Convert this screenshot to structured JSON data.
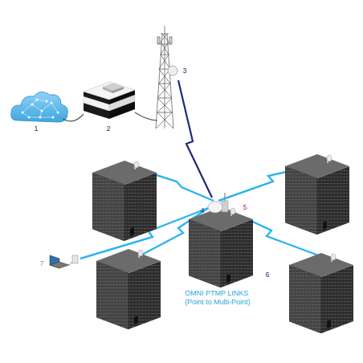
{
  "diagram": {
    "labels": [
      "3",
      "1",
      "2",
      "5",
      "4",
      "7",
      "6",
      "OMNI PTMP LINKS (Point to Multi-Point)"
    ]
  }
}
